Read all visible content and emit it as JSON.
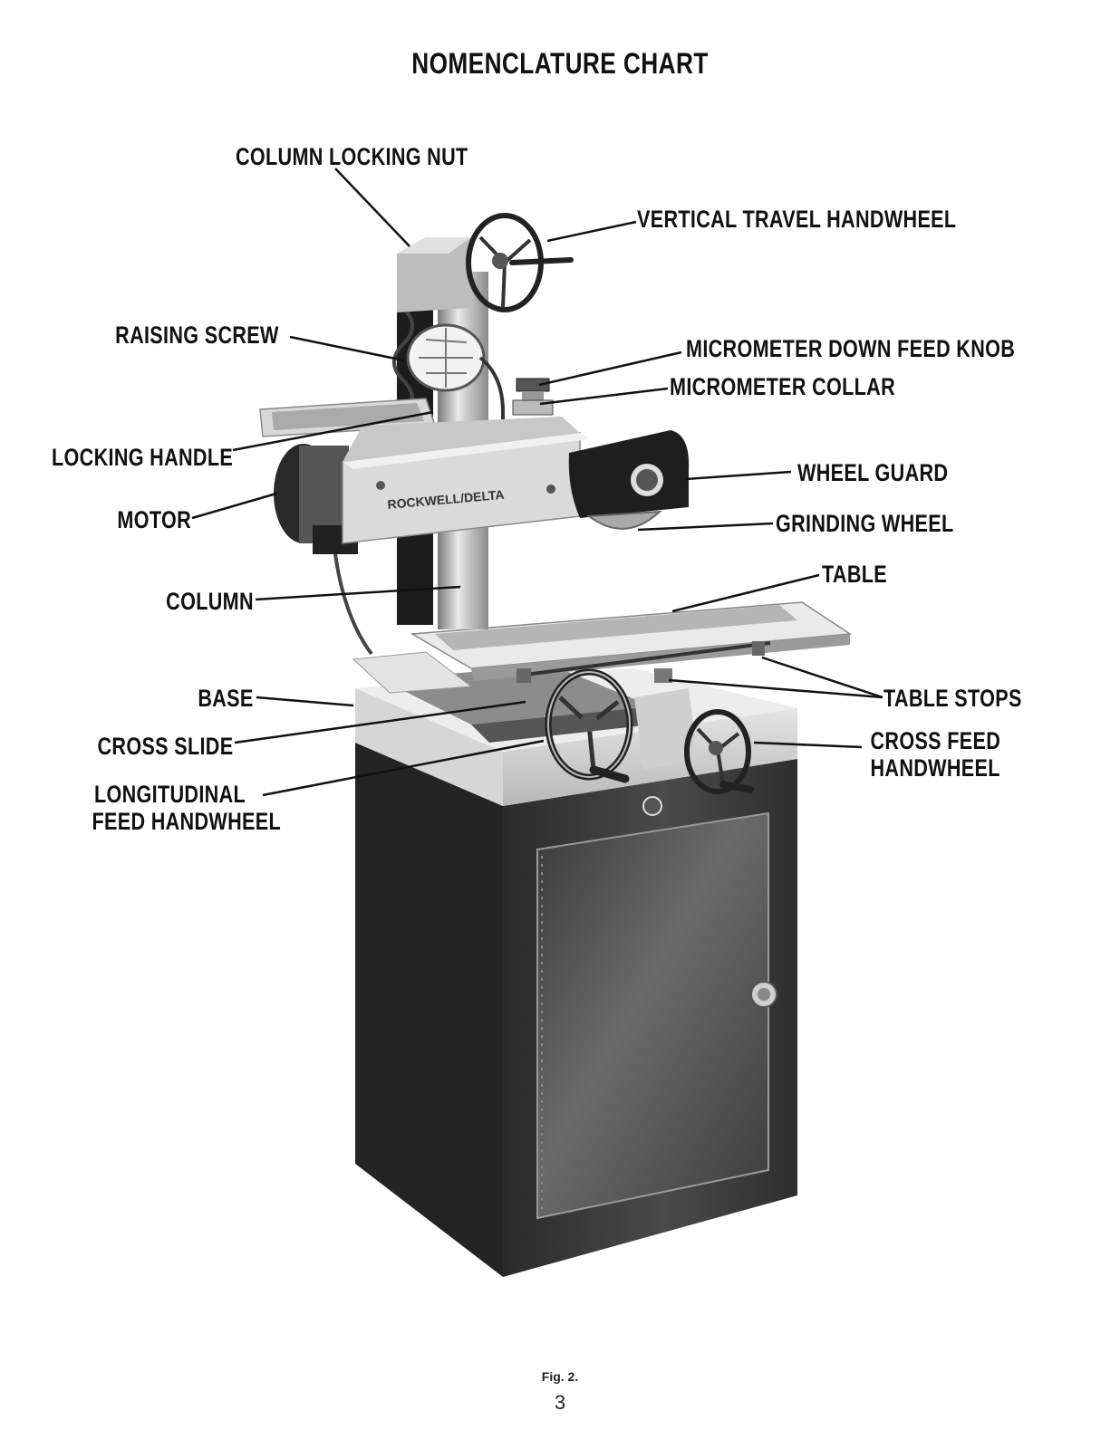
{
  "title": "NOMENCLATURE CHART",
  "machine_badge": "ROCKWELL/DELTA",
  "labels": {
    "column_locking_nut": "COLUMN LOCKING NUT",
    "vertical_travel_handwheel": "VERTICAL TRAVEL HANDWHEEL",
    "raising_screw": "RAISING SCREW",
    "micrometer_down_feed_knob": "MICROMETER DOWN FEED KNOB",
    "micrometer_collar": "MICROMETER COLLAR",
    "locking_handle": "LOCKING HANDLE",
    "wheel_guard": "WHEEL GUARD",
    "motor": "MOTOR",
    "grinding_wheel": "GRINDING WHEEL",
    "table": "TABLE",
    "column": "COLUMN",
    "base": "BASE",
    "table_stops": "TABLE STOPS",
    "cross_slide": "CROSS SLIDE",
    "cross_feed_line1": "CROSS FEED",
    "cross_feed_line2": "HANDWHEEL",
    "longitudinal_line1": "LONGITUDINAL",
    "longitudinal_line2": "FEED HANDWHEEL"
  },
  "figure_caption": "Fig. 2.",
  "page_number": "3"
}
